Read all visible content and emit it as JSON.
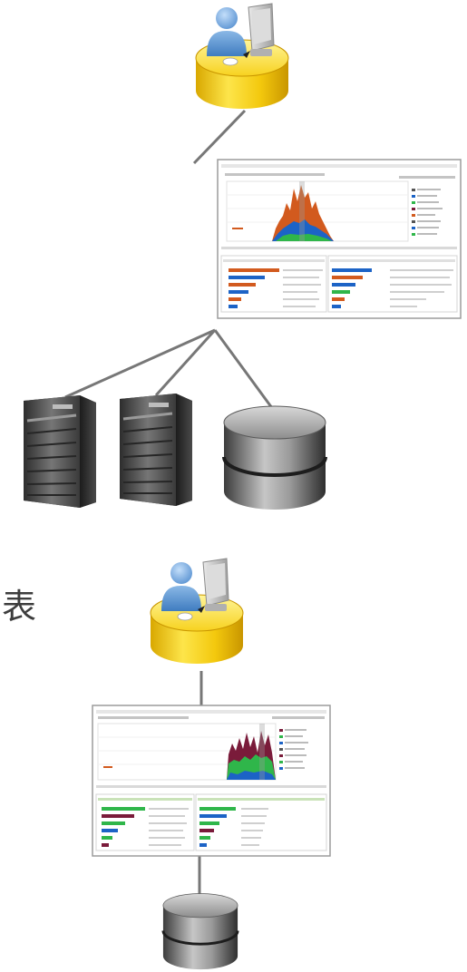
{
  "left_glyph": "表",
  "diagram": {
    "top_section": {
      "users": "user-with-database-icon",
      "screenshot": "performance-monitoring-screenshot",
      "servers": [
        "server-icon",
        "server-icon"
      ],
      "storage": "database-cylinder-icon"
    },
    "bottom_section": {
      "users": "user-with-database-icon",
      "screenshot": "performance-monitoring-screenshot",
      "storage": "database-cylinder-icon"
    }
  },
  "colors": {
    "connector": "#777777",
    "db_yellow": "#f3c80d",
    "server_gray": "#555555",
    "cylinder_gray": "#7a7a7a",
    "chart_orange": "#d25a1e",
    "chart_blue": "#1c63c6",
    "chart_green": "#2fb64a",
    "chart_maroon": "#7a1b3a"
  }
}
